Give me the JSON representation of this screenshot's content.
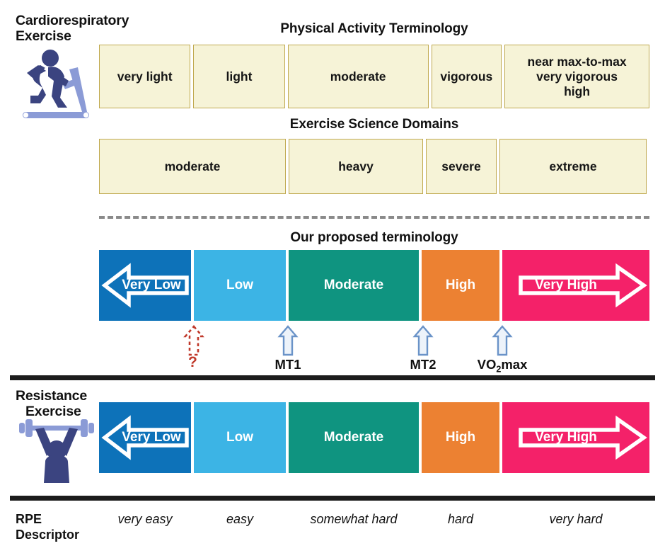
{
  "figure": {
    "title_cardio": "Cardiorespiratory\nExercise",
    "title_resistance": "Resistance\nExercise"
  },
  "cardio": {
    "label_line1": "Cardiorespiratory",
    "label_line2": "Exercise",
    "icon": "treadmill-runner-icon"
  },
  "resistance": {
    "label_line1": "Resistance",
    "label_line2": "Exercise",
    "icon": "weightlifter-barbell-icon"
  },
  "physical_activity": {
    "heading": "Physical Activity Terminology",
    "boxes": [
      {
        "text": "very light"
      },
      {
        "text": "light"
      },
      {
        "text": "moderate"
      },
      {
        "text": "vigorous"
      },
      {
        "text": "near max-to-max\nvery vigorous\nhigh"
      }
    ]
  },
  "exercise_science": {
    "heading": "Exercise Science Domains",
    "boxes": [
      {
        "text": "moderate"
      },
      {
        "text": "heavy"
      },
      {
        "text": "severe"
      },
      {
        "text": "extreme"
      }
    ]
  },
  "proposed": {
    "heading": "Our proposed terminology",
    "bands": [
      {
        "label": "Very Low",
        "color": "#0d72b9"
      },
      {
        "label": "Low",
        "color": "#3cb4e5"
      },
      {
        "label": "Moderate",
        "color": "#0f9480"
      },
      {
        "label": "High",
        "color": "#ec8132"
      },
      {
        "label": "Very High",
        "color": "#f42169"
      }
    ]
  },
  "markers": [
    {
      "name": "unknown-threshold",
      "label": "?",
      "style": "dashed-red"
    },
    {
      "name": "mt1",
      "label": "MT1",
      "style": "solid-blue"
    },
    {
      "name": "mt2",
      "label": "MT2",
      "style": "solid-blue"
    },
    {
      "name": "vo2max",
      "label_pre": "VO",
      "label_sub": "2",
      "label_post": "max",
      "style": "solid-blue"
    }
  ],
  "resistance_bands": [
    {
      "label": "Very Low",
      "color": "#0d72b9"
    },
    {
      "label": "Low",
      "color": "#3cb4e5"
    },
    {
      "label": "Moderate",
      "color": "#0f9480"
    },
    {
      "label": "High",
      "color": "#ec8132"
    },
    {
      "label": "Very High",
      "color": "#f42169"
    }
  ],
  "rpe": {
    "label_line1": "RPE",
    "label_line2": "Descriptor",
    "items": [
      "very easy",
      "easy",
      "somewhat hard",
      "hard",
      "very hard"
    ]
  },
  "colors": {
    "very_low": "#0d72b9",
    "low": "#3cb4e5",
    "moderate": "#0f9480",
    "high": "#ec8132",
    "very_high": "#f42169",
    "beige_fill": "#f6f3d7",
    "beige_border": "#c0a94f",
    "icon_dark": "#3b4480",
    "icon_light": "#8b9bd6",
    "marker_blue": "#6a93c8",
    "marker_fill": "#edf3fa",
    "red_dashed": "#c0392b",
    "rule_black": "#1c1c1c",
    "dash_gray": "#8a8a8a"
  }
}
